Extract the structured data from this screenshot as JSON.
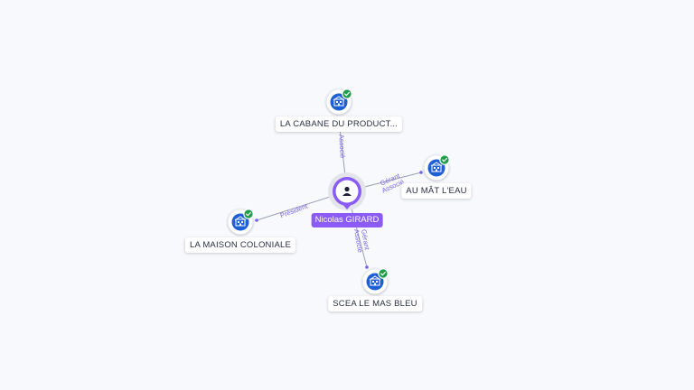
{
  "colors": {
    "person": "#8a5cf5",
    "company": "#1f5fd6",
    "verified": "#1e9c4a",
    "edge_label": "#7a63e8"
  },
  "center": {
    "name": "Nicolas GIRARD",
    "icon": "person-icon"
  },
  "nodes": [
    {
      "id": "n1",
      "label": "LA CABANE DU PRODUCT...",
      "icon": "building-icon",
      "badge": "check-icon",
      "edge_labels": [
        "Associé"
      ]
    },
    {
      "id": "n2",
      "label": "AU MÂT L'EAU",
      "icon": "building-icon",
      "badge": "check-icon",
      "edge_labels": [
        "Gérant",
        "Associé"
      ]
    },
    {
      "id": "n3",
      "label": "LA MAISON COLONIALE",
      "icon": "building-icon",
      "badge": "check-icon",
      "edge_labels": [
        "Président"
      ]
    },
    {
      "id": "n4",
      "label": "SCEA LE MAS BLEU",
      "icon": "building-icon",
      "badge": "check-icon",
      "edge_labels": [
        "Gérant",
        "Associé"
      ]
    }
  ]
}
